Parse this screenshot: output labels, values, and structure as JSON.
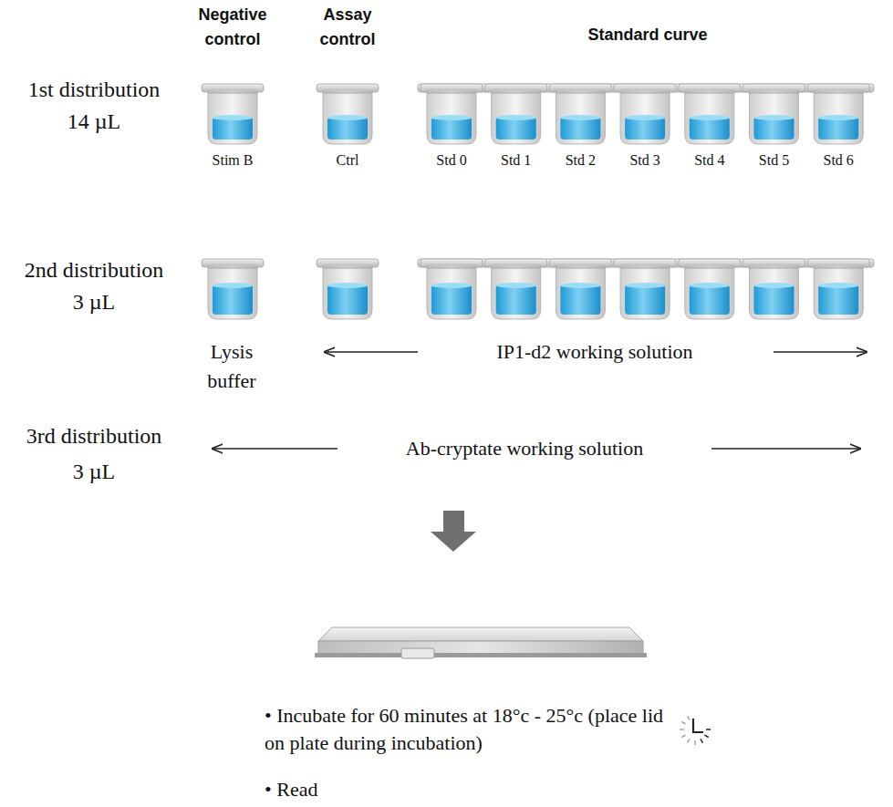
{
  "diagram": {
    "labels": [
      "Negative control",
      "Assay control",
      "Standard curve",
      "1st distribution",
      "14 µL",
      "Stim B",
      "Ctrl",
      "Std 0",
      "Std 1",
      "Std 2",
      "Std 3",
      "Std 4",
      "Std 5",
      "Std 6",
      "2nd distribution",
      "3 µL",
      "Lysis buffer",
      "IP1-d2 working solution",
      "3rd distribution",
      "3 µL",
      "Ab-cryptate working solution",
      "• Incubate for 60 minutes at 18°c - 25°c (place lid on plate during incubation)",
      "• Read"
    ]
  }
}
